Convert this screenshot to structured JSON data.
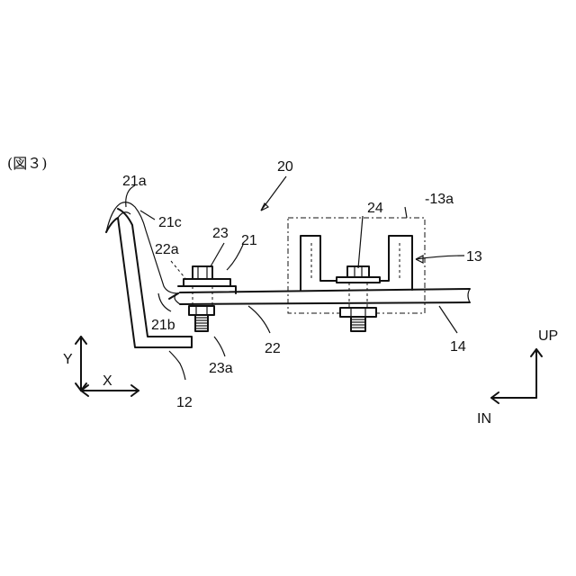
{
  "figure_label": "(図３)",
  "labels": {
    "l20": "20",
    "l21a": "21a",
    "l21c": "21c",
    "l22a": "22a",
    "l23": "23",
    "l21": "21",
    "l24": "24",
    "l13a": "-13a",
    "l13": "13",
    "l21b": "21b",
    "l22": "22",
    "l14": "14",
    "l23a": "23a",
    "l12": "12",
    "lY": "Y",
    "lX": "X",
    "lUP": "UP",
    "lIN": "IN"
  }
}
